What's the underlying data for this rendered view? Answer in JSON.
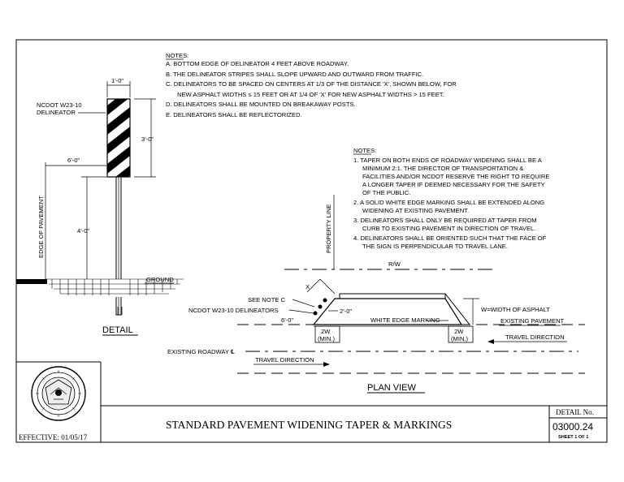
{
  "notes_top": {
    "heading": "NOTES:",
    "lines": [
      "A. BOTTOM EDGE OF DELINEATOR 4 FEET ABOVE ROADWAY.",
      "B. THE DELINEATOR STRIPES SHALL SLOPE UPWARD AND OUTWARD FROM TRAFFIC.",
      "C. DELINEATORS TO BE SPACED ON CENTERS AT 1/3 OF THE DISTANCE 'X', SHOWN BELOW, FOR",
      "NEW ASPHALT WIDTHS ≤ 15 FEET OR AT 1/4 OF 'X' FOR NEW ASPHALT WIDTHS > 15 FEET.",
      "D. DELINEATORS SHALL BE MOUNTED ON BREAKAWAY POSTS.",
      "E. DELINEATORS SHALL BE REFLECTORIZED."
    ]
  },
  "notes_right": {
    "heading": "NOTES:",
    "lines": [
      "1. TAPER ON BOTH ENDS OF ROADWAY WIDENING SHALL BE A",
      "MINIMUM 2:1. THE DIRECTOR OF TRANSPORTATION &",
      "FACILITIES AND/OR NCDOT RESERVE THE RIGHT TO REQUIRE",
      "A LONGER TAPER IF DEEMED NECESSARY FOR THE SAFETY",
      "OF THE PUBLIC.",
      "2. A SOLID WHITE EDGE MARKING SHALL BE EXTENDED ALONG",
      "WIDENING AT EXISTING PAVEMENT.",
      "3. DELINEATORS SHALL ONLY BE REQUIRED AT TAPER FROM",
      "CURB TO EXISTING PAVEMENT IN DIRECTION OF TRAVEL.",
      "4. DELINEATORS SHALL BE ORIENTED SUCH THAT THE FACE OF",
      "THE SIGN IS PERPENDICULAR TO TRAVEL LANE."
    ]
  },
  "detail": {
    "dim_width": "1'-0\"",
    "delineator_label_1": "NCDOT W23-10",
    "delineator_label_2": "DELINEATOR",
    "dim_height": "3'-0\"",
    "dim_offset": "6'-0\"",
    "edge_label": "EDGE OF PAVEMENT",
    "dim_mount": "4'-0\"",
    "ground_label": "GROUND",
    "title": "DETAIL"
  },
  "plan": {
    "property_line": "PROPERTY LINE",
    "rw": "R/W",
    "x_label": "X",
    "see_note": "SEE NOTE C",
    "delineators_label": "NCDOT W23-10 DELINEATORS",
    "dim_2ft": "2'-0\"",
    "dim_6ft": "6'-0\"",
    "width_label": "W=WIDTH OF ASPHALT",
    "white_edge": "WHITE EDGE MARKING",
    "existing_pavement": "EXISTING PAVEMENT",
    "taper_left": "2W",
    "taper_right": "2W",
    "min_left": "(MIN.)",
    "min_right": "(MIN.)",
    "travel_dir_right": "TRAVEL DIRECTION",
    "existing_roadway": "EXISTING ROADWAY ℄",
    "travel_dir_left": "TRAVEL DIRECTION",
    "title": "PLAN VIEW"
  },
  "title_block": {
    "title": "STANDARD PAVEMENT WIDENING TAPER & MARKINGS",
    "effective": "EFFECTIVE: 01/05/17",
    "detail_no_label": "DETAIL No.",
    "detail_no": "03000.24",
    "sheet": "SHEET 1 OF 1"
  },
  "seal_icon": "county-seal-icon"
}
